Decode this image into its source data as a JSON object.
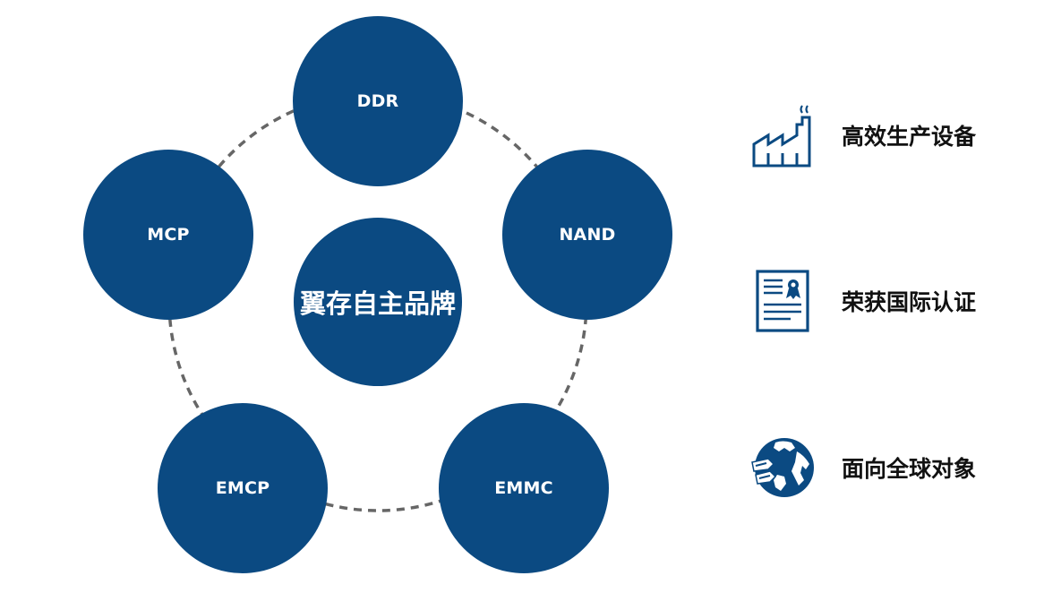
{
  "diagram": {
    "center": {
      "label": "翼存自主品牌"
    },
    "nodes": [
      {
        "id": "ddr",
        "label": "DDR"
      },
      {
        "id": "nand",
        "label": "NAND"
      },
      {
        "id": "emmc",
        "label": "EMMC"
      },
      {
        "id": "emcp",
        "label": "EMCP"
      },
      {
        "id": "mcp",
        "label": "MCP"
      }
    ],
    "colors": {
      "node_fill": "#0b4a82",
      "node_text": "#ffffff",
      "ring_stroke": "#666666"
    }
  },
  "features": [
    {
      "icon": "factory-icon",
      "label": "高效生产设备"
    },
    {
      "icon": "certificate-icon",
      "label": "荣获国际认证"
    },
    {
      "icon": "globe-icon",
      "label": "面向全球对象"
    }
  ]
}
